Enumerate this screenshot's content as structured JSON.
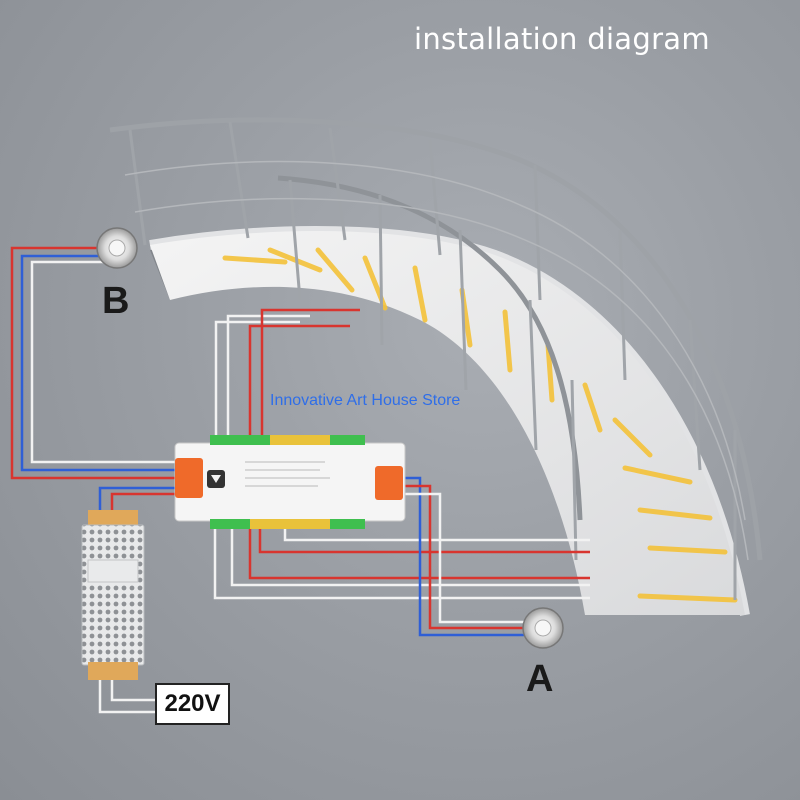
{
  "title": "installation diagram",
  "watermark": "Innovative Art House Store",
  "sensors": {
    "b": {
      "label": "B"
    },
    "a": {
      "label": "A"
    }
  },
  "power": {
    "voltage": "220V"
  },
  "colors": {
    "wire_red": "#d8352f",
    "wire_blue": "#2f5fd6",
    "wire_white": "#f2f2f2",
    "led_glow": "#f4c23a",
    "controller_orange": "#ef6a2a",
    "terminal_green": "#3fbf4f",
    "terminal_yellow": "#e9c23a"
  },
  "icons": {
    "sensor": "pir-sensor-icon",
    "controller": "led-step-controller-icon",
    "power_supply": "power-supply-icon"
  }
}
